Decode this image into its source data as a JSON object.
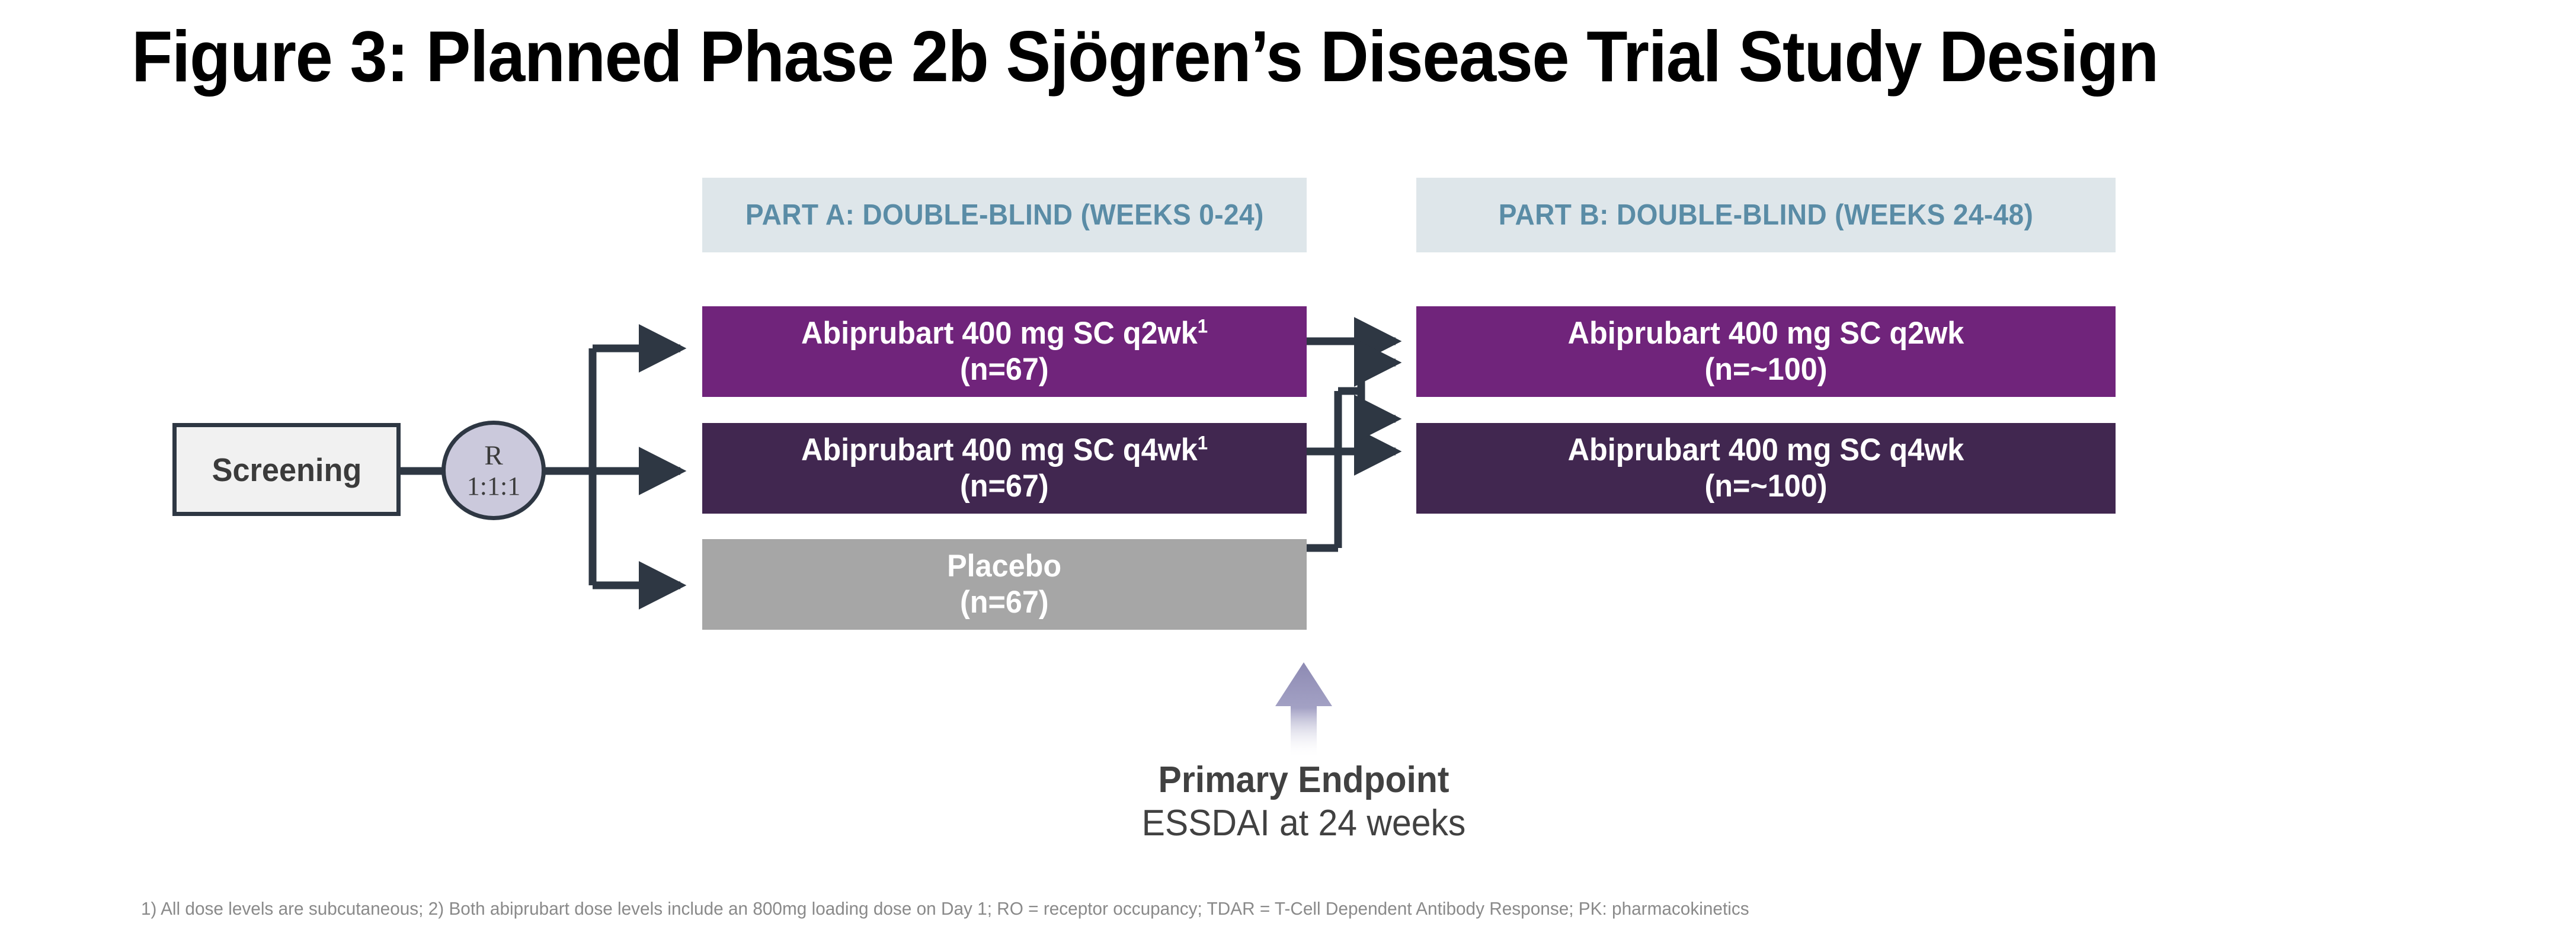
{
  "figure": {
    "title": "Figure 3: Planned Phase 2b Sjögren’s Disease Trial Study Design"
  },
  "parts": {
    "part_a": {
      "label": "PART A: DOUBLE-BLIND (WEEKS 0-24)"
    },
    "part_b": {
      "label": "PART B: DOUBLE-BLIND (WEEKS 24-48)"
    }
  },
  "entry": {
    "screening_label": "Screening",
    "randomization_letter": "R",
    "randomization_ratio": "1:1:1"
  },
  "arms": {
    "part_a": [
      {
        "id": "a-q2wk",
        "drug": "Abiprubart 400 mg SC q2wk",
        "footnote_marker": "1",
        "enrollment": "(n=67)",
        "color": "#70247b"
      },
      {
        "id": "a-q4wk",
        "drug": "Abiprubart 400 mg SC q4wk",
        "footnote_marker": "1",
        "enrollment": "(n=67)",
        "color": "#412750"
      },
      {
        "id": "a-placebo",
        "drug": "Placebo",
        "footnote_marker": "",
        "enrollment": "(n=67)",
        "color": "#a6a6a6"
      }
    ],
    "part_b": [
      {
        "id": "b-q2wk",
        "drug": "Abiprubart 400 mg SC q2wk",
        "footnote_marker": "",
        "enrollment": "(n=~100)",
        "color": "#70247b"
      },
      {
        "id": "b-q4wk",
        "drug": "Abiprubart 400 mg SC q4wk",
        "footnote_marker": "",
        "enrollment": "(n=~100)",
        "color": "#412750"
      }
    ]
  },
  "primary_endpoint": {
    "title": "Primary Endpoint",
    "measure": "ESSDAI at 24 weeks"
  },
  "footnote": {
    "text": "1) All dose levels are subcutaneous; 2) Both abiprubart dose levels include an 800mg loading dose on Day 1; RO = receptor occupancy; TDAR = T-Cell Dependent Antibody Response; PK: pharmacokinetics"
  },
  "colors": {
    "band_fill": "#dee6ea",
    "band_text": "#5a8ca6",
    "connector": "#2e3743",
    "screening_fill": "#f1f1f1",
    "randomization_fill": "#cbc9dc",
    "endpoint_arrow": "#8f8cb5",
    "bright_purple": "#70247b",
    "dark_purple": "#412750",
    "placebo_gray": "#a6a6a6",
    "footnote_text": "#8a8a8a"
  }
}
